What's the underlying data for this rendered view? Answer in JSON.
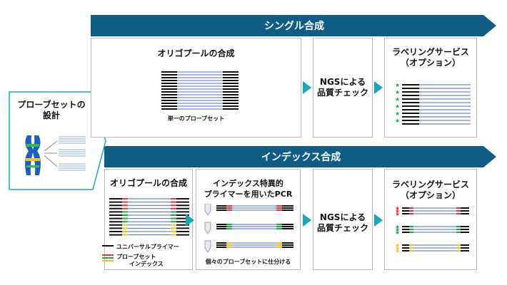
{
  "banners": {
    "single": "シングル合成",
    "index": "インデックス合成"
  },
  "design": {
    "title_lines": [
      "プローブセットの",
      "設計"
    ]
  },
  "single": {
    "oligo_title": "オリゴプールの合成",
    "oligo_caption": "単一のプローブセット",
    "qc_lines": [
      "NGSによる",
      "品質チェック"
    ],
    "label_lines": [
      "ラベリングサービス",
      "（オプション）"
    ]
  },
  "index": {
    "oligo_title": "オリゴプールの合成",
    "legend": {
      "universal": "ユニバーサルプライマー",
      "probe_set": "プローブセット",
      "index": "インデックス"
    },
    "pcr_lines": [
      "インデックス特異的",
      "プライマーを用いたPCR"
    ],
    "pcr_caption": "個々のプローブセットに仕分ける",
    "qc_lines": [
      "NGSによる",
      "品質チェック"
    ],
    "label_lines": [
      "ラベリングサービス",
      "（オプション）"
    ]
  },
  "colors": {
    "banner": "#0f5c85",
    "chevron": "#1aa6b5",
    "probe": "#4a6bc9",
    "star_green": "#1fa84a",
    "star_red": "#e8343a",
    "star_yellow": "#f2c22b"
  }
}
